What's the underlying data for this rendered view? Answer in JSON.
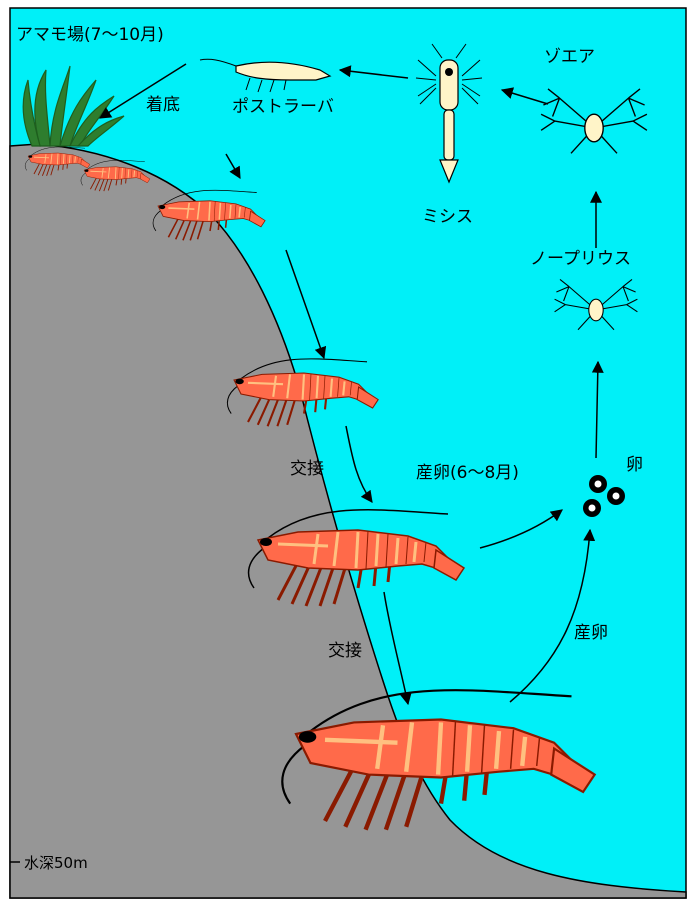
{
  "colors": {
    "water": "#00F0F8",
    "seabed": "#969696",
    "shrimp_body": "#FF6A4A",
    "shrimp_stripe": "#FFC080",
    "shrimp_outline": "#8A1A00",
    "larva": "#FFF4C8",
    "seagrass": "#2E7D2E",
    "arrow": "#000000"
  },
  "labels": {
    "seagrass_bed": "アマモ場(7〜10月)",
    "settlement": "着底",
    "postlarva": "ポストラーバ",
    "mysis": "ミシス",
    "zoea": "ゾエア",
    "nauplius": "ノープリウス",
    "egg": "卵",
    "spawning_season": "産卵(6〜8月)",
    "spawning": "産卵",
    "mating_1": "交接",
    "mating_2": "交接",
    "depth": "水深50m"
  },
  "icons": {
    "seagrass": "seagrass-icon",
    "shrimp": "shrimp-icon",
    "egg": "egg-icon",
    "larva": "larva-icon"
  }
}
